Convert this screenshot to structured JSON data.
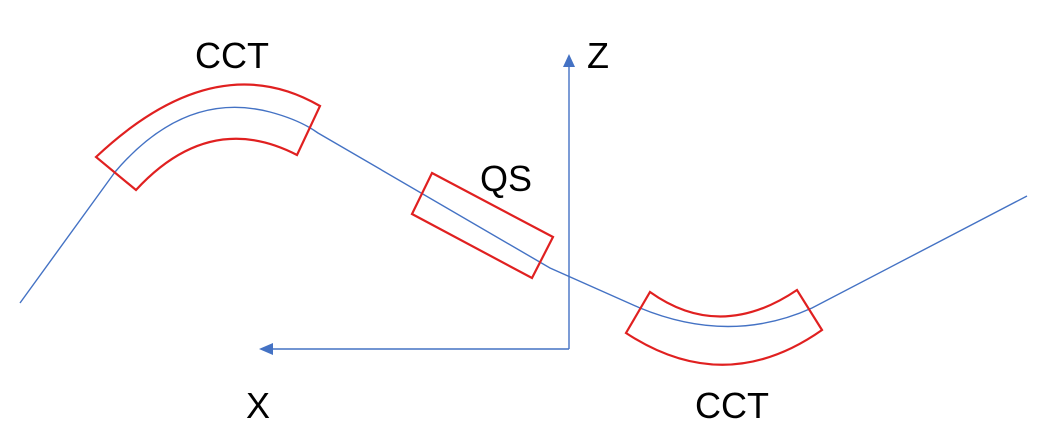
{
  "labels": {
    "cct_top": "CCT",
    "qs": "QS",
    "cct_bottom": "CCT",
    "axis_z": "Z",
    "axis_x": "X"
  },
  "colors": {
    "beam": "#4472c4",
    "magnet": "#e02020",
    "axis": "#4472c4",
    "text": "#000000",
    "background": "#ffffff"
  }
}
